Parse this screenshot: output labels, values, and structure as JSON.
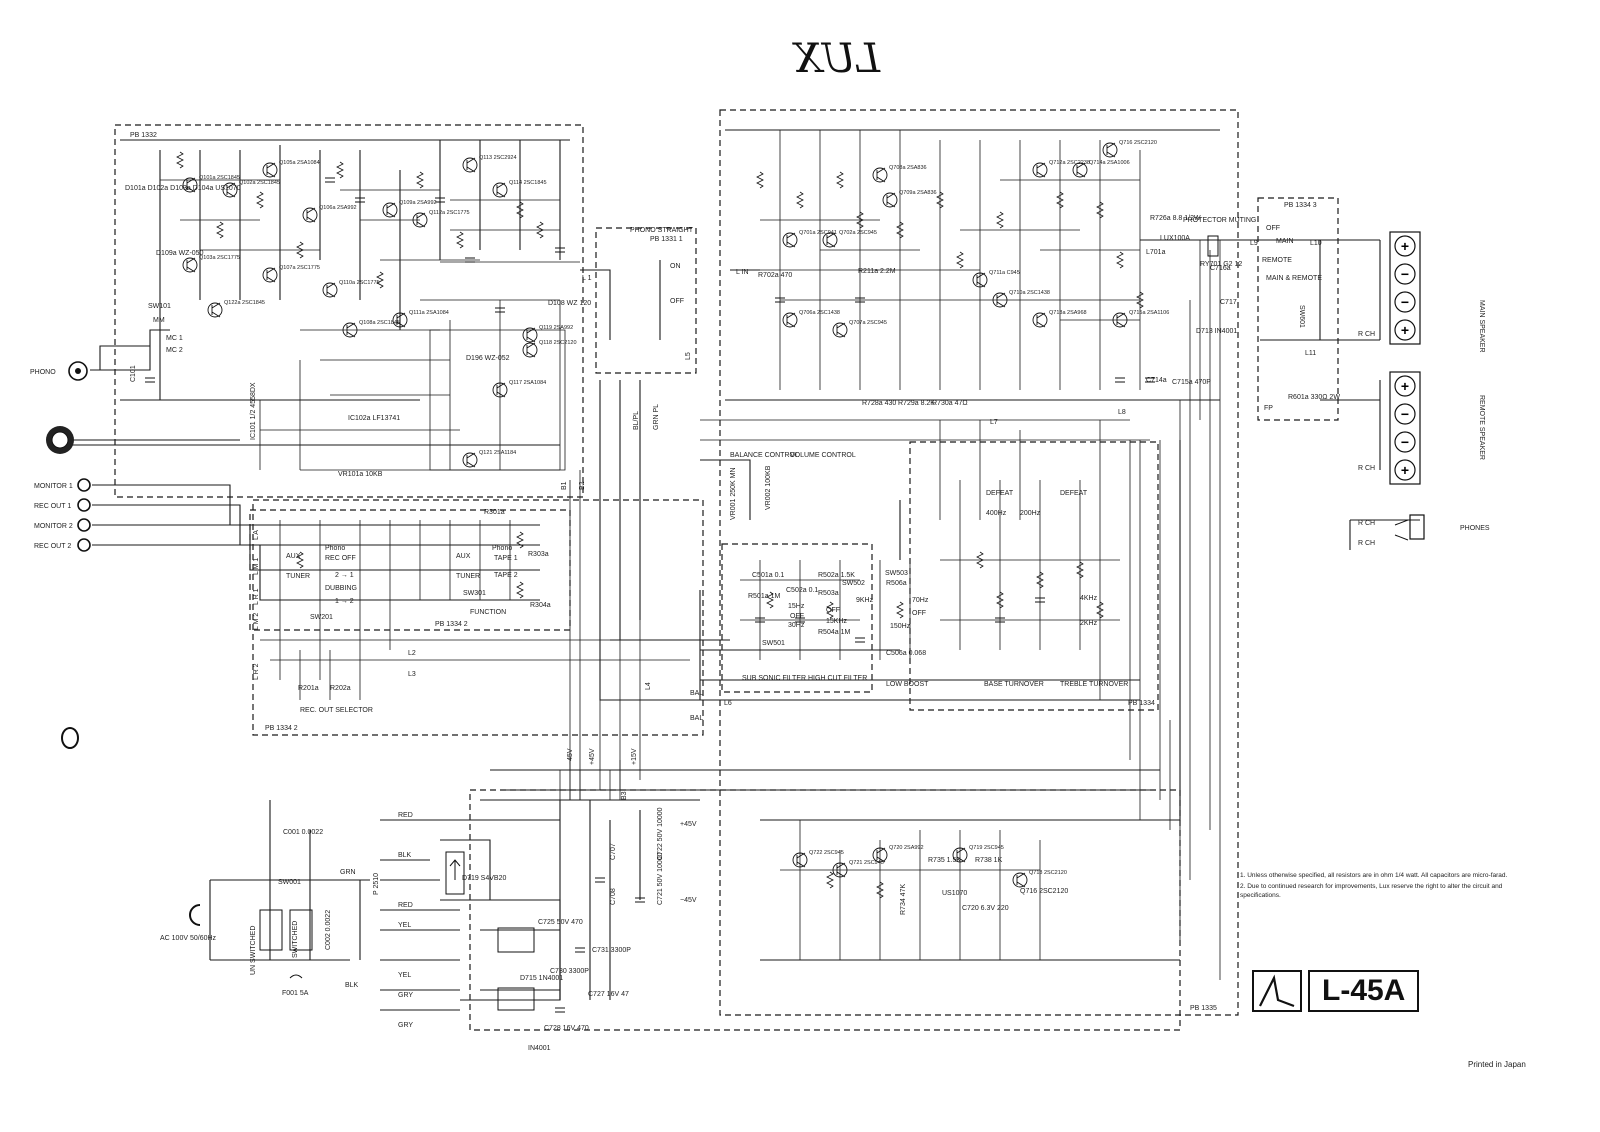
{
  "handwritten_title": "LUX",
  "boards": {
    "pb1332": "PB 1332",
    "pb1331": "PB 1331 1",
    "pb1334": "PB 1334",
    "pb1334_2": "PB 1334 2",
    "pb1334_2b": "PB 1334 2",
    "pb1334_3": "PB 1334 3",
    "pb1335": "PB 1335",
    "pb2510": "P 2510"
  },
  "jacks": {
    "phono": "PHONO",
    "monitor1": "MONITOR 1",
    "rec_out1": "REC OUT 1",
    "monitor2": "MONITOR 2",
    "rec_out2": "REC OUT 2"
  },
  "sections": {
    "phono_straight": "PHONO STRAIGHT",
    "balance_control": "BALANCE CONTROL",
    "volume_control": "VOLUME CONTROL",
    "protector_muting": "PROTECTOR MUTING",
    "rec_out_selector": "REC. OUT SELECTOR",
    "function": "FUNCTION",
    "sub_sonic_filter": "SUB SONIC FILTER",
    "high_cut_filter": "HIGH CUT FILTER",
    "low_boost": "LOW BOOST",
    "base_turnover": "BASE TURNOVER",
    "treble_turnover": "TREBLE TURNOVER",
    "defeat1": "DEFEAT",
    "defeat2": "DEFEAT",
    "main_speaker": "MAIN SPEAKER",
    "remote_speaker": "REMOTE SPEAKER",
    "phones": "PHONES",
    "remote": "REMOTE",
    "main_remote": "MAIN & REMOTE",
    "main": "MAIN",
    "off": "OFF",
    "on": "ON",
    "mm": "MM",
    "mc1": "MC 1",
    "mc2": "MC 2"
  },
  "switch_labels": {
    "aux1": "AUX",
    "tuner1": "TUNER",
    "phono1": "Phono",
    "rec_off": "REC OFF",
    "dubbing": "DUBBING",
    "two_to_one": "2 → 1",
    "one_to_two": "1 → 2",
    "aux2": "AUX",
    "tuner2": "TUNER",
    "phono2": "Phono",
    "tape1": "TAPE 1",
    "tape2": "TAPE 2",
    "sw201": "SW201",
    "sw301": "SW301",
    "sw101": "SW101",
    "sw501": "SW501",
    "sw502": "SW502",
    "sw503": "SW503",
    "sw001": "SW001",
    "sw601": "SW601"
  },
  "freq_labels": {
    "f15": "15Hz",
    "f30": "30Hz",
    "f9k": "9KHz",
    "f15k": "15KHz",
    "f70": "70Hz",
    "f150": "150Hz",
    "f400": "400Hz",
    "f200": "200Hz",
    "f4k": "4KHz",
    "f2k": "2KHz",
    "off1": "OFF",
    "off2": "OFF",
    "off3": "OFF"
  },
  "power": {
    "ac_in": "AC 100V 50/60Hz",
    "unswitched": "UN SWITCHED",
    "switched": "SWITCHED",
    "fuse": "F001 5A",
    "c001": "C001 0.0022",
    "c002": "C002 0.0022",
    "grn": "GRN",
    "blk1": "BLK",
    "red1": "RED",
    "blk2": "BLK",
    "red2": "RED",
    "yel1": "YEL",
    "yel2": "YEL",
    "gry1": "GRY",
    "gry2": "GRY",
    "pos45": "+45V",
    "neg45": "−45V",
    "pos45b": "+45V",
    "neg45b": "−45V",
    "pos15": "+15V",
    "d719": "D719 S4VB20",
    "d715": "D715 1N4001",
    "c725": "C725 50V 470",
    "c731": "C731 3300P",
    "c730": "C730 3300P",
    "c727": "C727 16V 47",
    "c728": "C728 16V 470",
    "in4001": "IN4001",
    "c707": "C707",
    "c708": "C708",
    "c722": "C722 50V 10000",
    "c721": "C721 50V 10000"
  },
  "transistors": [
    "Q101a 2SC1845",
    "Q102a 2SC1845",
    "Q103a 2SC1775",
    "Q105a 2SA1084",
    "Q106a 2SA992",
    "Q107a 2SC1775",
    "Q108a 2SC1845",
    "Q109a 2SA992",
    "Q110a 2SC1775",
    "Q111a 2SA1084",
    "Q112a 2SC1775",
    "Q113 2SC2924",
    "Q114 2SC1845",
    "Q117 2SA1084",
    "Q118 2SC2120",
    "Q119 2SA992",
    "Q121 2SA1184",
    "Q122a 2SC1845",
    "Q701a 2SC941",
    "Q702a 2SC945",
    "Q706a 2SC1438",
    "Q707a 2SC945",
    "Q708a 2SA836",
    "Q709a 2SA836",
    "Q710a 2SC1438",
    "Q711a C945",
    "Q712a 2SC2238",
    "Q713a 2SA968",
    "Q714a 2SA1006",
    "Q715a 2SA1106",
    "Q716 2SC2120",
    "Q718 2SC2120",
    "Q719 2SC945",
    "Q720 2SA992",
    "Q721 2SC945",
    "Q722 2SC945"
  ],
  "misc_labels": {
    "ic101": "IC101 1/2 4558DX",
    "ic102": "IC102a LF13741",
    "vr101": "VR101a 10KB",
    "vr001": "VR001 250K MN",
    "vr002": "VR002 100KB",
    "ry701": "RY701 G2 12",
    "d108": "D108 WZ 120",
    "d109": "D109a WZ-050",
    "d196": "D196 WZ-052",
    "l701": "L701a",
    "lux100": "LUX100A",
    "r726": "R726a 8.8 1/2W",
    "r601": "R601a 330Ω 2W",
    "fp": "FP",
    "rch": "R CH",
    "rch2": "R CH",
    "rch3": "R CH",
    "rch4": "R CH",
    "l9": "L9",
    "l10": "L10",
    "l11": "L11",
    "l_in": "L IN",
    "l1": "L 1",
    "bal1": "BAL",
    "bal2": "BAL",
    "lm1": "L M 1",
    "lm2": "L M 2",
    "lr1": "L R 1",
    "lr2": "L R 2",
    "la": "L A",
    "l2": "L2",
    "l3": "L3",
    "l4": "L4",
    "l5": "L5",
    "l6": "L6",
    "l7": "L7",
    "l8": "L8",
    "b1": "B1",
    "b2": "B2",
    "b3": "B3",
    "rlpl": "BL/PL",
    "grnpl": "GRN PL",
    "d101": "D101a D102a D103a D104a US1070",
    "c101": "C101",
    "mm_mc": "MM MC",
    "r201": "R201a",
    "r202": "R202a",
    "r301": "R301a",
    "r303": "R303a",
    "r304": "R304a",
    "c501": "C501a 0.1",
    "r501": "R501a 1M",
    "c502": "C502a 0.1",
    "r502": "R502a 1.5K",
    "r503": "R503a",
    "r504": "R504a 1M",
    "r506": "R506a",
    "c506": "C506a 0.068",
    "r702": "R702a 470",
    "r728": "R728a 430",
    "r729": "R729a 8.2K",
    "r730": "R730a 47Ω",
    "r211": "R211a 2.2M",
    "c714": "C714a",
    "c715": "C715a 470P",
    "c716": "C716a",
    "c717": "C717",
    "d713": "D713 IN4001",
    "q716": "Q716 2SC2120",
    "r738": "R738 1K",
    "r735": "R735 1.5K",
    "c720": "C720 6.3V 220",
    "d714": "US1070",
    "r734": "R734 47K"
  },
  "notes": [
    "1.  Unless otherwise specified, all resistors are in ohm 1/4 watt. All capacitors are micro-farad.",
    "2.  Due to continued research for improvements, Lux reserve the right to alter the circuit and specifications."
  ],
  "model": "L-45A",
  "printed": "Printed in Japan"
}
